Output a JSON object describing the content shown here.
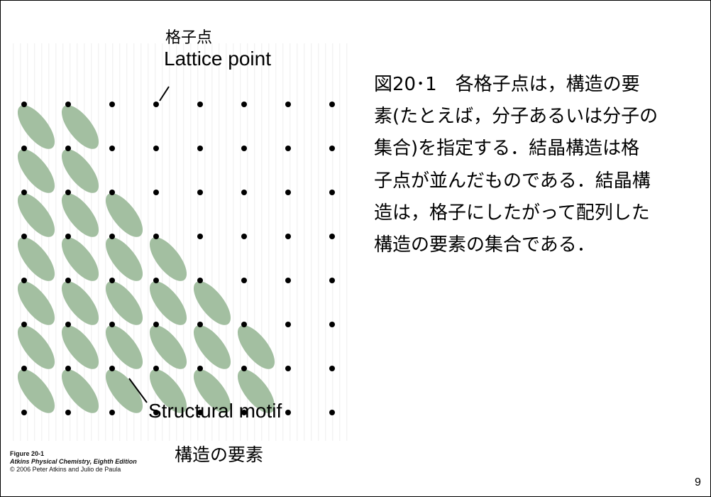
{
  "figure": {
    "label_lattice_point_jp": "格子点",
    "label_lattice_point_en": "Lattice point",
    "label_motif_en": "Structural motif",
    "label_motif_jp": "構造の要素",
    "colors": {
      "motif_fill": "#a3bfa1",
      "dot": "#000000",
      "background": "#ffffff"
    },
    "lattice": {
      "columns": 8,
      "rows": 8
    },
    "motif_rows_filled": [
      2,
      2,
      3,
      4,
      5,
      6,
      6
    ]
  },
  "caption": {
    "line1": "Figure 20-1",
    "line2": "Atkins Physical Chemistry, Eighth Edition",
    "line3": "© 2006 Peter Atkins and Julio de Paula"
  },
  "description": {
    "lines": [
      "図20･1　各格子点は，構造の要",
      "素(たとえば，分子あるいは分子の",
      "集合)を指定する．結晶構造は格",
      "子点が並んだものである．結晶構",
      "造は，格子にしたがって配列した",
      "構造の要素の集合である．"
    ]
  },
  "page_number": "9"
}
